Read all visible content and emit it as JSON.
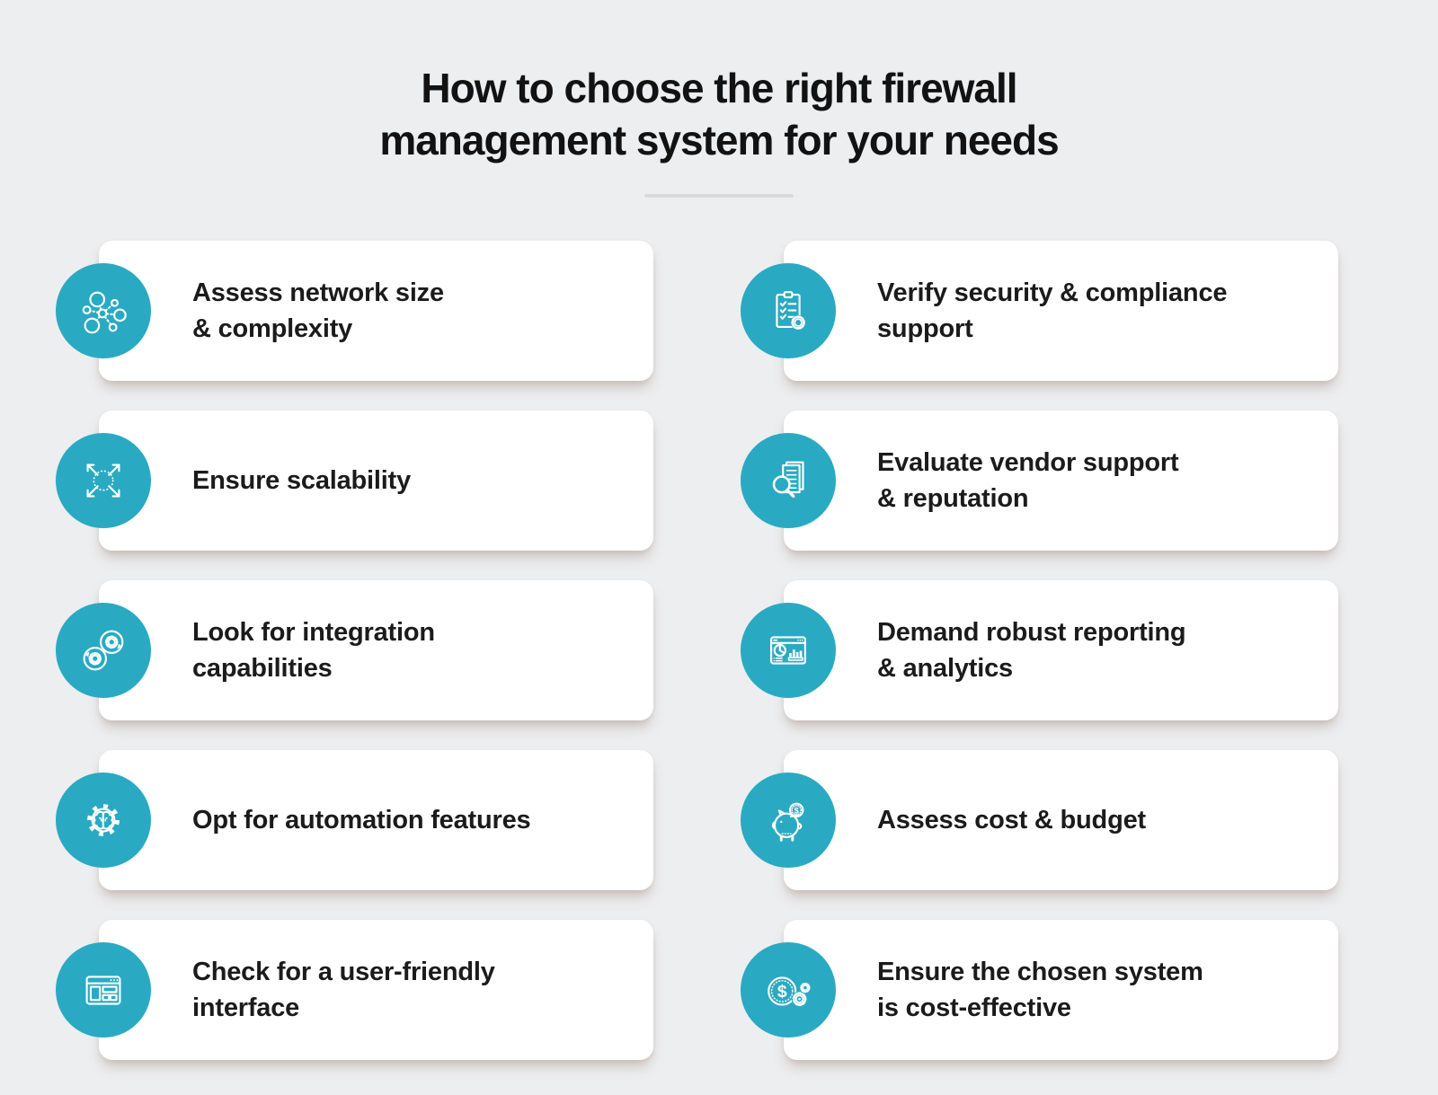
{
  "page": {
    "background_color": "#edeef0",
    "accent_color": "#29aac2",
    "card_color": "#ffffff",
    "text_color": "#1b1b1b"
  },
  "header": {
    "title_line1": "How to choose the right firewall",
    "title_line2": "management system for your needs"
  },
  "cards": {
    "left": [
      {
        "icon": "network-nodes-icon",
        "label": "Assess network size\n& complexity"
      },
      {
        "icon": "expand-arrows-icon",
        "label": "Ensure scalability"
      },
      {
        "icon": "integration-gears-icon",
        "label": "Look for integration\ncapabilities"
      },
      {
        "icon": "gear-brain-icon",
        "label": "Opt for automation features"
      },
      {
        "icon": "browser-window-icon",
        "label": "Check for a user-friendly\ninterface"
      }
    ],
    "right": [
      {
        "icon": "checklist-badge-icon",
        "label": "Verify security & compliance\nsupport"
      },
      {
        "icon": "document-magnifier-icon",
        "label": "Evaluate vendor support\n& reputation"
      },
      {
        "icon": "dashboard-charts-icon",
        "label": "Demand robust reporting\n& analytics"
      },
      {
        "icon": "piggy-bank-icon",
        "label": "Assess cost & budget"
      },
      {
        "icon": "dollar-gears-icon",
        "label": "Ensure the chosen system\nis cost-effective"
      }
    ]
  }
}
